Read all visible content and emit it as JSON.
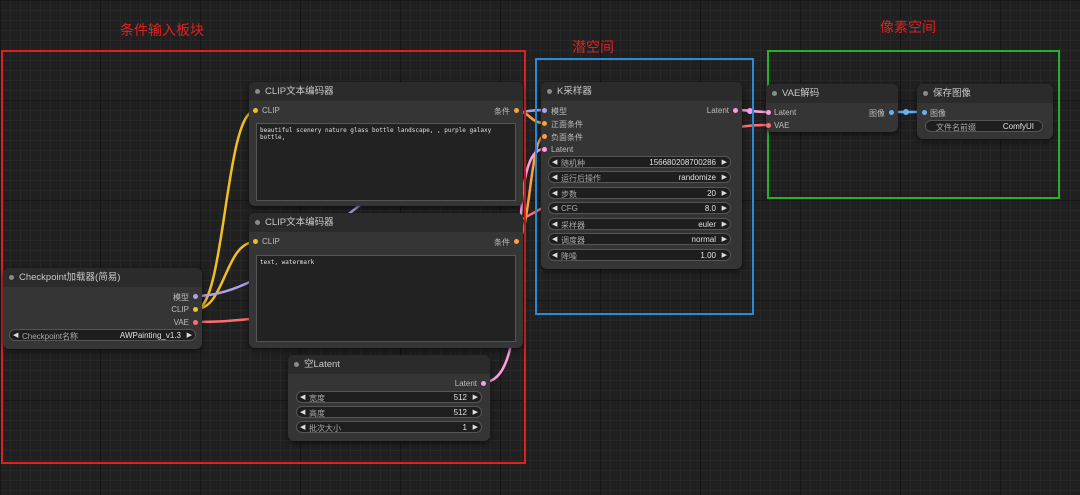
{
  "groups": {
    "cond": {
      "label": "条件输入板块",
      "color": "#e02020"
    },
    "latent": {
      "label": "潜空间",
      "color": "#2a8ad8"
    },
    "pixel": {
      "label": "像素空间",
      "color": "#28b028"
    }
  },
  "nodes": {
    "clip1": {
      "title": "CLIP文本编码器",
      "in": "CLIP",
      "out": "条件",
      "text": "beautiful scenery nature glass bottle landscape, , purple galaxy bottle,"
    },
    "clip2": {
      "title": "CLIP文本编码器",
      "in": "CLIP",
      "out": "条件",
      "text": "text, watermark"
    },
    "ckpt": {
      "title": "Checkpoint加载器(简易)",
      "outs": [
        "模型",
        "CLIP",
        "VAE"
      ],
      "widget": {
        "label": "Checkpoint名称",
        "value": "AWPainting_v1.3"
      }
    },
    "empty": {
      "title": "空Latent",
      "out": "Latent",
      "widgets": [
        {
          "label": "宽度",
          "value": "512"
        },
        {
          "label": "高度",
          "value": "512"
        },
        {
          "label": "批次大小",
          "value": "1"
        }
      ]
    },
    "ksampler": {
      "title": "K采样器",
      "ins": [
        "模型",
        "正面条件",
        "负面条件",
        "Latent"
      ],
      "out": "Latent",
      "widgets": [
        {
          "label": "随机种",
          "value": "156680208700286"
        },
        {
          "label": "运行后操作",
          "value": "randomize"
        },
        {
          "label": "步数",
          "value": "20"
        },
        {
          "label": "CFG",
          "value": "8.0"
        },
        {
          "label": "采样器",
          "value": "euler"
        },
        {
          "label": "调度器",
          "value": "normal"
        },
        {
          "label": "降噪",
          "value": "1.00"
        }
      ]
    },
    "vae": {
      "title": "VAE解码",
      "ins": [
        "Latent",
        "VAE"
      ],
      "out": "图像"
    },
    "save": {
      "title": "保存图像",
      "in": "图像",
      "widget": {
        "label": "文件名前缀",
        "value": "ComfyUI"
      }
    }
  },
  "colors": {
    "clip": "#f0c020",
    "model": "#b0a0e8",
    "vae": "#ff6e6e",
    "latent": "#ff9ce0",
    "cond": "#ffa040",
    "image": "#64b5f6"
  }
}
